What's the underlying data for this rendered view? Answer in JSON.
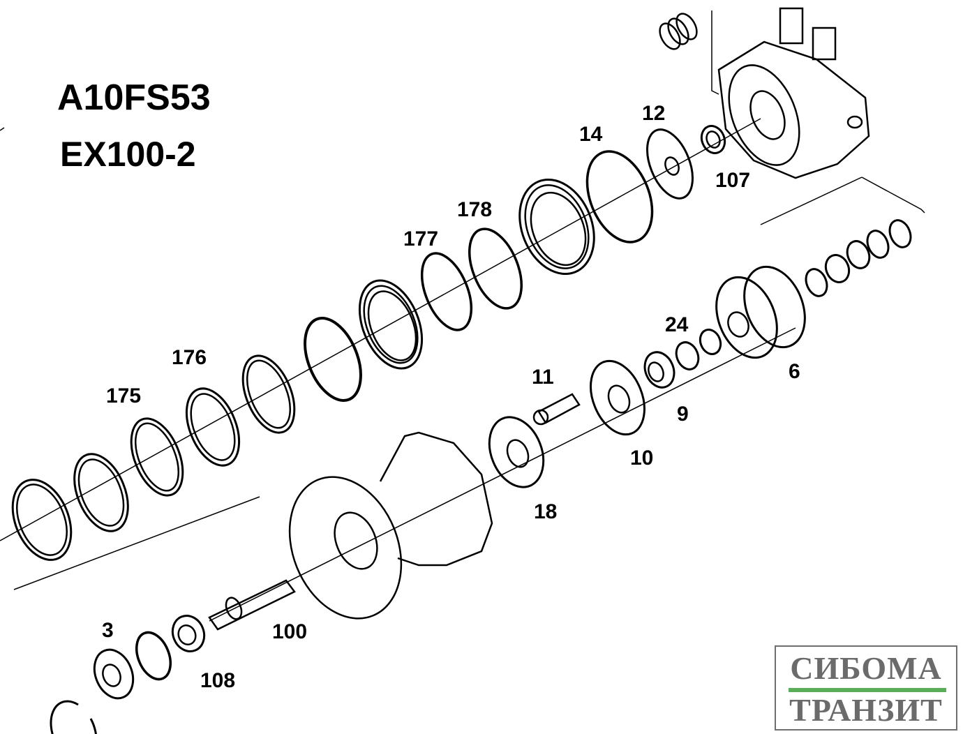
{
  "title": {
    "model": "A10FS53",
    "machine": "EX100-2"
  },
  "callouts": [
    {
      "id": "12",
      "text": "12"
    },
    {
      "id": "14",
      "text": "14"
    },
    {
      "id": "107",
      "text": "107"
    },
    {
      "id": "178",
      "text": "178"
    },
    {
      "id": "177",
      "text": "177"
    },
    {
      "id": "176",
      "text": "176"
    },
    {
      "id": "175",
      "text": "175"
    },
    {
      "id": "24",
      "text": "24"
    },
    {
      "id": "6",
      "text": "6"
    },
    {
      "id": "11",
      "text": "11"
    },
    {
      "id": "9",
      "text": "9"
    },
    {
      "id": "10",
      "text": "10"
    },
    {
      "id": "18",
      "text": "18"
    },
    {
      "id": "3",
      "text": "3"
    },
    {
      "id": "100",
      "text": "100"
    },
    {
      "id": "108",
      "text": "108"
    }
  ],
  "logo": {
    "line1": "СИБОМА",
    "line2": "ТРАНЗИТ",
    "accent_color": "#5aae5a",
    "text_color": "#6b6b6b"
  }
}
